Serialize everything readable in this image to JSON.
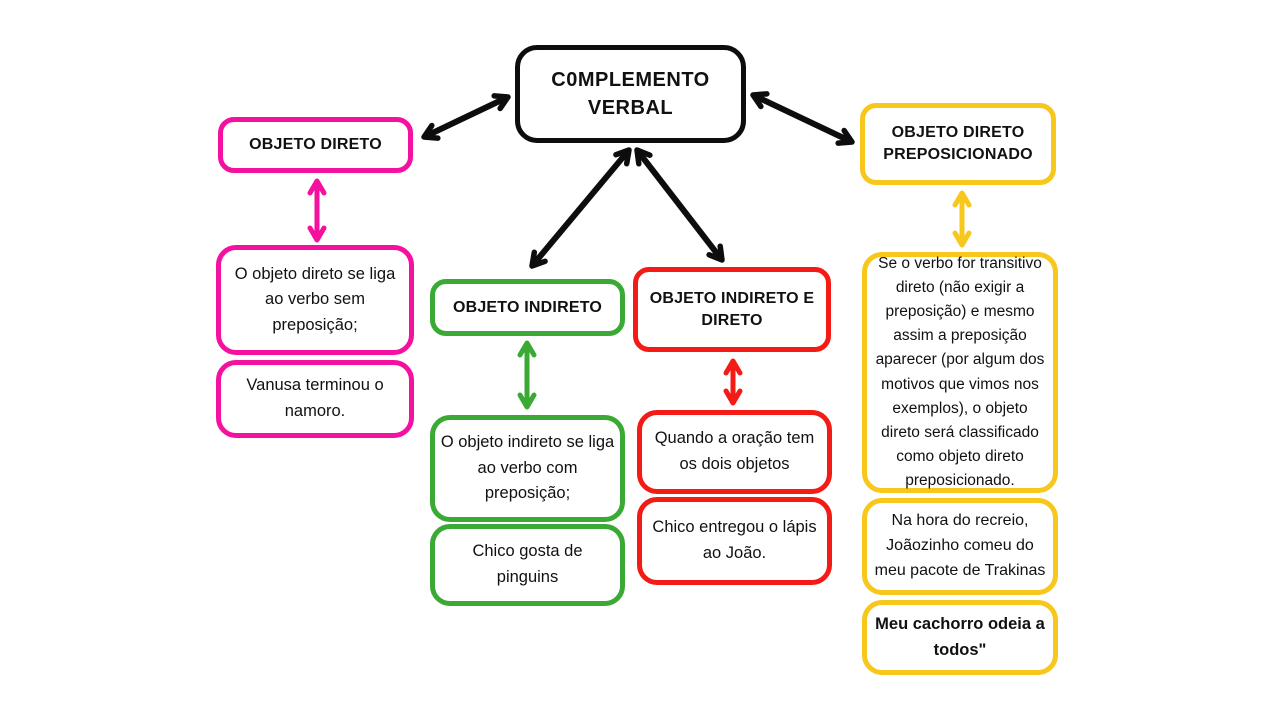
{
  "diagram": {
    "central": {
      "title": "C0MPLEMENTO VERBAL"
    },
    "colors": {
      "black": "#0d0d0d",
      "pink": "#f511a0",
      "green": "#3baa35",
      "red": "#f41a16",
      "yellow": "#f7c71c",
      "background": "#ffffff",
      "text": "#111111"
    },
    "branches": [
      {
        "id": "objeto-direto",
        "color": "#f511a0",
        "title": "OBJETO DIRETO",
        "notes": [
          "O objeto direto se liga ao verbo sem preposição;",
          "Vanusa terminou o namoro."
        ]
      },
      {
        "id": "objeto-indireto",
        "color": "#3baa35",
        "title": "OBJETO INDIRETO",
        "notes": [
          "O objeto indireto se liga ao verbo com preposição;",
          "Chico gosta de pinguins"
        ]
      },
      {
        "id": "objeto-indireto-e-direto",
        "color": "#f41a16",
        "title": "OBJETO INDIRETO E DIRETO",
        "notes": [
          "Quando a oração tem os dois objetos",
          "Chico entregou o lápis ao João."
        ]
      },
      {
        "id": "objeto-direto-preposicionado",
        "color": "#f7c71c",
        "title": "OBJETO DIRETO PREPOSICIONADO",
        "notes": [
          "Se o verbo for transitivo direto (não exigir a preposição) e mesmo assim a preposição aparecer (por algum dos motivos que vimos nos exemplos), o objeto direto será classificado como objeto direto preposicionado.",
          "Na hora do recreio, Joãozinho comeu do meu pacote de Trakinas",
          "Meu cachorro odeia a todos\""
        ]
      }
    ]
  }
}
